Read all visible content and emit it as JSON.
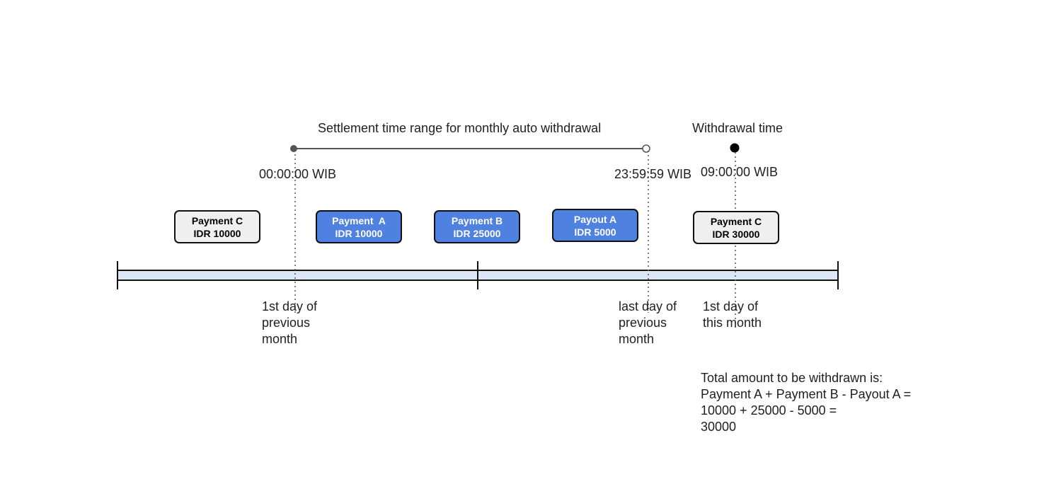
{
  "range_label": "Settlement time range for monthly auto withdrawal",
  "withdrawal_label": "Withdrawal time",
  "times": {
    "start": "00:00:00 WIB",
    "end": "23:59:59 WIB",
    "withdrawal": "09:00:00 WIB"
  },
  "boxes": [
    {
      "title": "Payment C",
      "amount": "IDR 10000",
      "color": "#efefef"
    },
    {
      "title": "Payment  A",
      "amount": "IDR 10000",
      "color": "#4f81e0"
    },
    {
      "title": "Payment B",
      "amount": "IDR 25000",
      "color": "#4f81e0"
    },
    {
      "title": "Payout A",
      "amount": "IDR 5000",
      "color": "#4f81e0"
    },
    {
      "title": "Payment C",
      "amount": "IDR 30000",
      "color": "#efefef"
    }
  ],
  "day_labels": [
    {
      "line1": "1st day of",
      "line2": "previous",
      "line3": "month"
    },
    {
      "line1": "last day of",
      "line2": "previous",
      "line3": "month"
    },
    {
      "line1": "1st day of",
      "line2": "this month"
    }
  ],
  "total": {
    "line1": "Total amount to be withdrawn is:",
    "line2": "Payment A + Payment B - Payout A =",
    "line3": "10000 + 25000 - 5000 =",
    "line4": "30000"
  },
  "colors": {
    "timeline_fill": "#dbe7f6",
    "blue_box": "#4f81e0",
    "grey_box": "#efefef"
  }
}
